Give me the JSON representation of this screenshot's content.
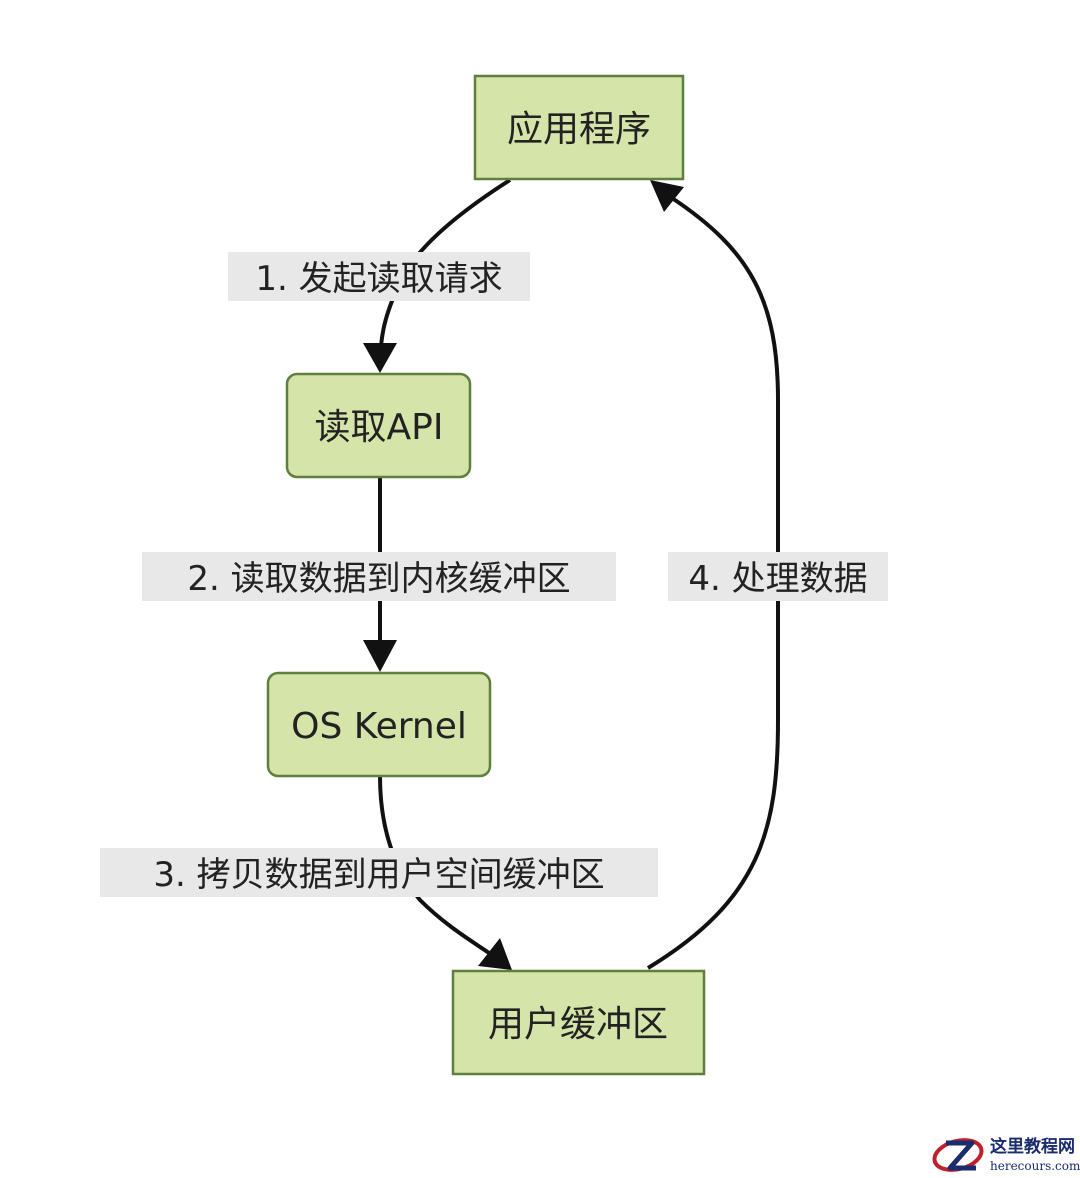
{
  "nodes": {
    "app": "应用程序",
    "read_api": "读取API",
    "kernel": "OS Kernel",
    "user_buffer": "用户缓冲区"
  },
  "edges": {
    "e1": "1. 发起读取请求",
    "e2": "2. 读取数据到内核缓冲区",
    "e3": "3. 拷贝数据到用户空间缓冲区",
    "e4": "4. 处理数据"
  },
  "watermark": {
    "site": "这里教程网",
    "url": "herecours.com"
  },
  "colors": {
    "node_fill": "#d5e4a8",
    "node_stroke": "#5f7f3f",
    "edge": "#111111",
    "label_bg": "#e8e8e8"
  }
}
